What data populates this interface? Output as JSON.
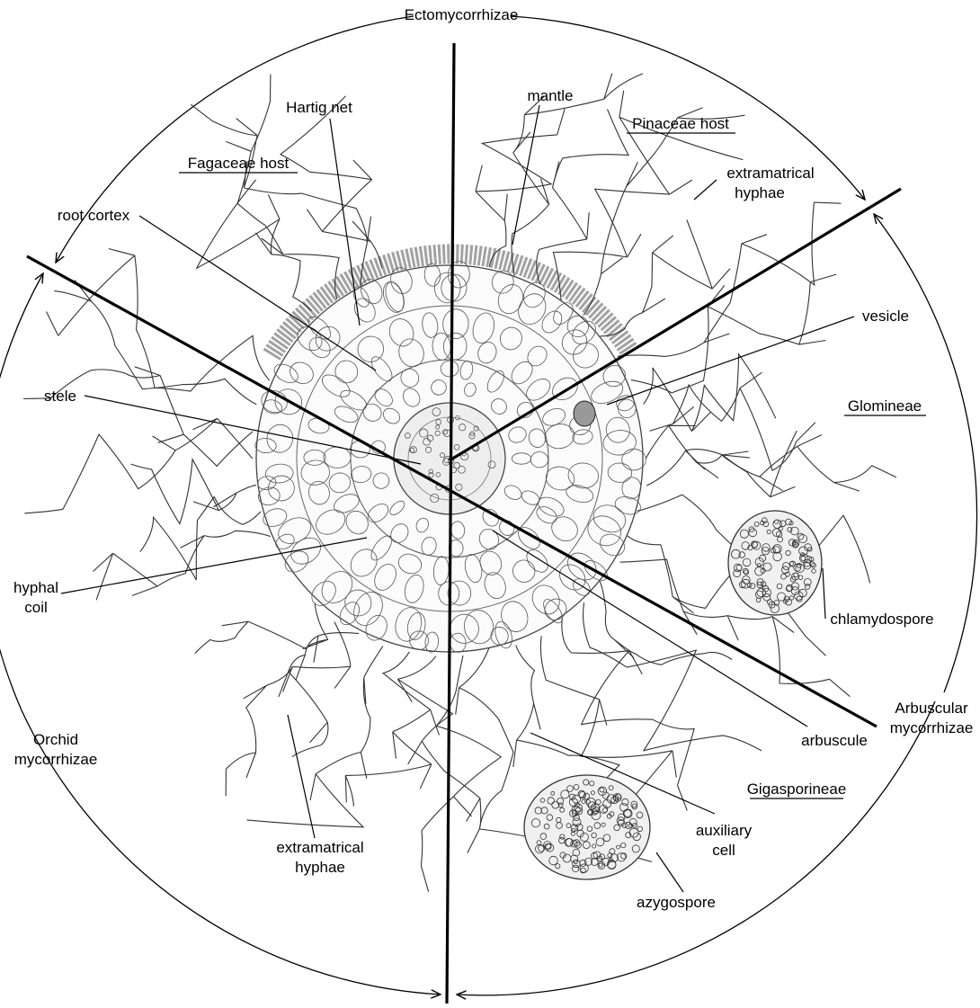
{
  "labels": {
    "ectomycorrhizae": "Ectomycorrhizae",
    "mantle": "mantle",
    "hartig_net": "Hartig net",
    "pinaceae_host": "Pinaceae host",
    "fagaceae_host": "Fagaceae host",
    "extramatrical_hyphae_top_1": "extramatrical",
    "extramatrical_hyphae_top_2": "hyphae",
    "root_cortex": "root cortex",
    "vesicle": "vesicle",
    "stele": "stele",
    "glomineae": "Glomineae",
    "hyphal_coil_1": "hyphal",
    "hyphal_coil_2": "coil",
    "chlamydospore": "chlamydospore",
    "arbuscular_1": "Arbuscular",
    "arbuscular_2": "mycorrhizae",
    "orchid_1": "Orchid",
    "orchid_2": "mycorrhizae",
    "arbuscule": "arbuscule",
    "gigasporineae": "Gigasporineae",
    "auxiliary_1": "auxiliary",
    "auxiliary_2": "cell",
    "extramatrical_hyphae_bottom_1": "extramatrical",
    "extramatrical_hyphae_bottom_2": "hyphae",
    "azygospore": "azygospore"
  }
}
